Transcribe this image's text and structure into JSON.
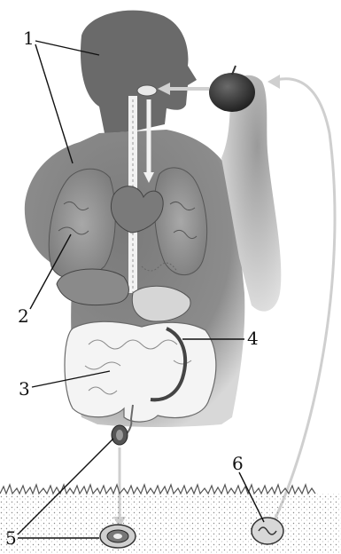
{
  "labels": {
    "l1": "1",
    "l2": "2",
    "l3": "3",
    "l4": "4",
    "l5": "5",
    "l6": "6"
  },
  "colors": {
    "silhouette": "#6e6e6e",
    "silhouette_light": "#bdbdbd",
    "organ": "#9a9a9a",
    "apple": "#3a3a3a",
    "arrow": "#c8c8c8",
    "ground_grass": "#555555",
    "soil_dots": "#8a8a8a"
  }
}
